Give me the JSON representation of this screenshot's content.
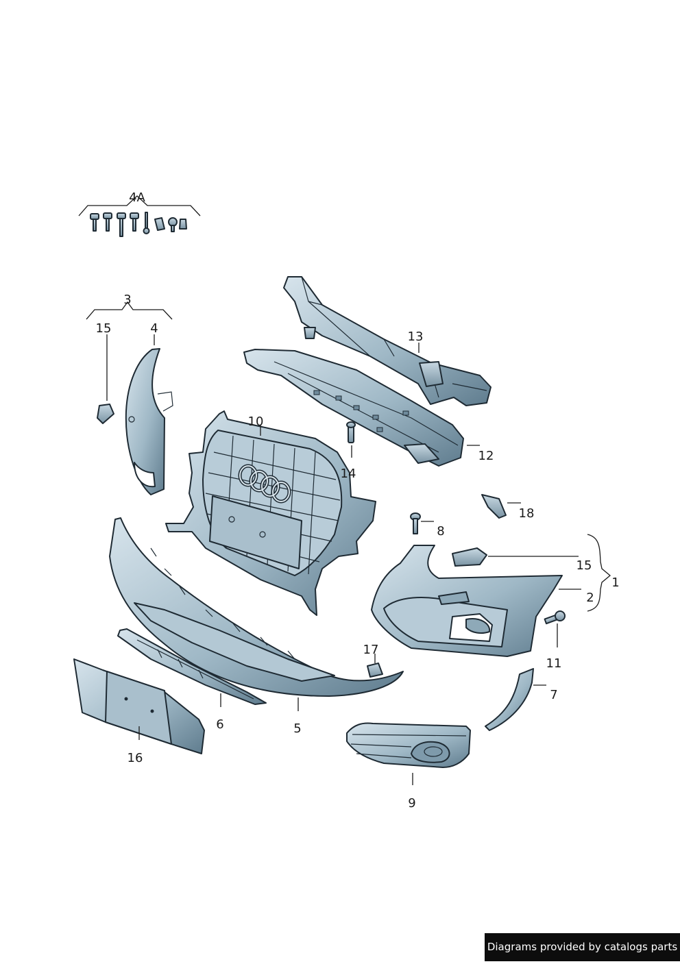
{
  "diagram": {
    "part_labels": [
      {
        "id": "4A",
        "text": "4A"
      },
      {
        "id": "3",
        "text": "3"
      },
      {
        "id": "15a",
        "text": "15"
      },
      {
        "id": "4",
        "text": "4"
      },
      {
        "id": "13",
        "text": "13"
      },
      {
        "id": "10",
        "text": "10"
      },
      {
        "id": "12",
        "text": "12"
      },
      {
        "id": "14",
        "text": "14"
      },
      {
        "id": "18",
        "text": "18"
      },
      {
        "id": "8",
        "text": "8"
      },
      {
        "id": "15b",
        "text": "15"
      },
      {
        "id": "1",
        "text": "1"
      },
      {
        "id": "2",
        "text": "2"
      },
      {
        "id": "11",
        "text": "11"
      },
      {
        "id": "17",
        "text": "17"
      },
      {
        "id": "7",
        "text": "7"
      },
      {
        "id": "6",
        "text": "6"
      },
      {
        "id": "5",
        "text": "5"
      },
      {
        "id": "16",
        "text": "16"
      },
      {
        "id": "9",
        "text": "9"
      }
    ]
  },
  "footer": {
    "credit": "Diagrams provided by catalogs parts"
  },
  "colors": {
    "part_fill": "#9fb8c6",
    "part_dark": "#6f8b9c",
    "line": "#1e2a33"
  }
}
